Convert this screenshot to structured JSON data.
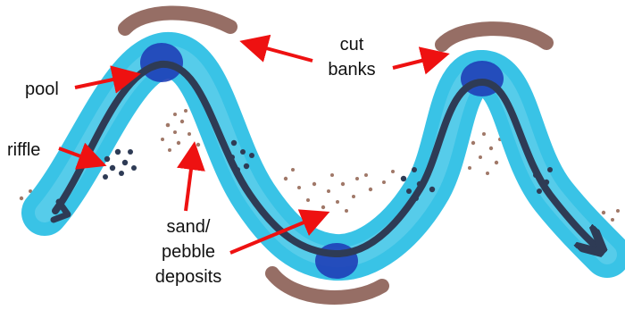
{
  "labels": {
    "pool": "pool",
    "riffle": "riffle",
    "cut_line1": "cut",
    "cut_line2": "banks",
    "dep_line1": "sand/",
    "dep_line2": "pebble",
    "dep_line3": "deposits"
  },
  "colors": {
    "water": "#39c3e6",
    "water_light": "#7ad6ef",
    "pool": "#1f3fb7",
    "flow_arrow": "#2e3b55",
    "bank": "#8b5e54",
    "deposit": "#a07868",
    "pointer": "#ee1111",
    "text": "#111111"
  }
}
